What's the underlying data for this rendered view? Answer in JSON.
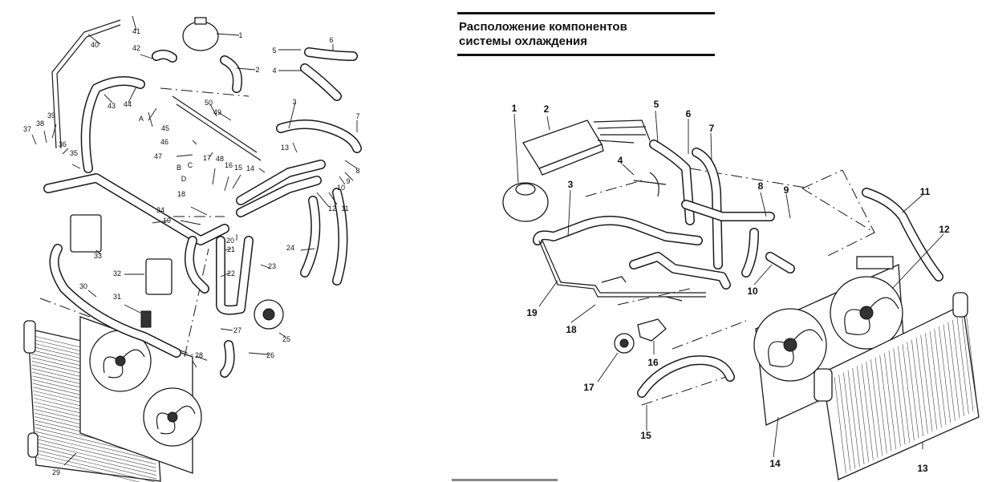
{
  "title": {
    "line1": "Расположение компонентов",
    "line2": "системы охлаждения"
  },
  "left_diagram": {
    "callouts": [
      "1",
      "2",
      "3",
      "4",
      "5",
      "6",
      "7",
      "8",
      "9",
      "10",
      "11",
      "12",
      "13",
      "14",
      "15",
      "16",
      "17",
      "18",
      "19",
      "20",
      "21",
      "22",
      "23",
      "24",
      "25",
      "26",
      "27",
      "28",
      "29",
      "30",
      "31",
      "32",
      "33",
      "34",
      "35",
      "36",
      "37",
      "38",
      "39",
      "40",
      "41",
      "42",
      "43",
      "44",
      "45",
      "46",
      "47",
      "48",
      "49",
      "50"
    ],
    "letters": [
      "A",
      "B",
      "C",
      "D"
    ]
  },
  "right_diagram": {
    "callouts": [
      "1",
      "2",
      "3",
      "4",
      "5",
      "6",
      "7",
      "8",
      "9",
      "10",
      "11",
      "12",
      "13",
      "14",
      "15",
      "16",
      "17",
      "18",
      "19"
    ]
  }
}
